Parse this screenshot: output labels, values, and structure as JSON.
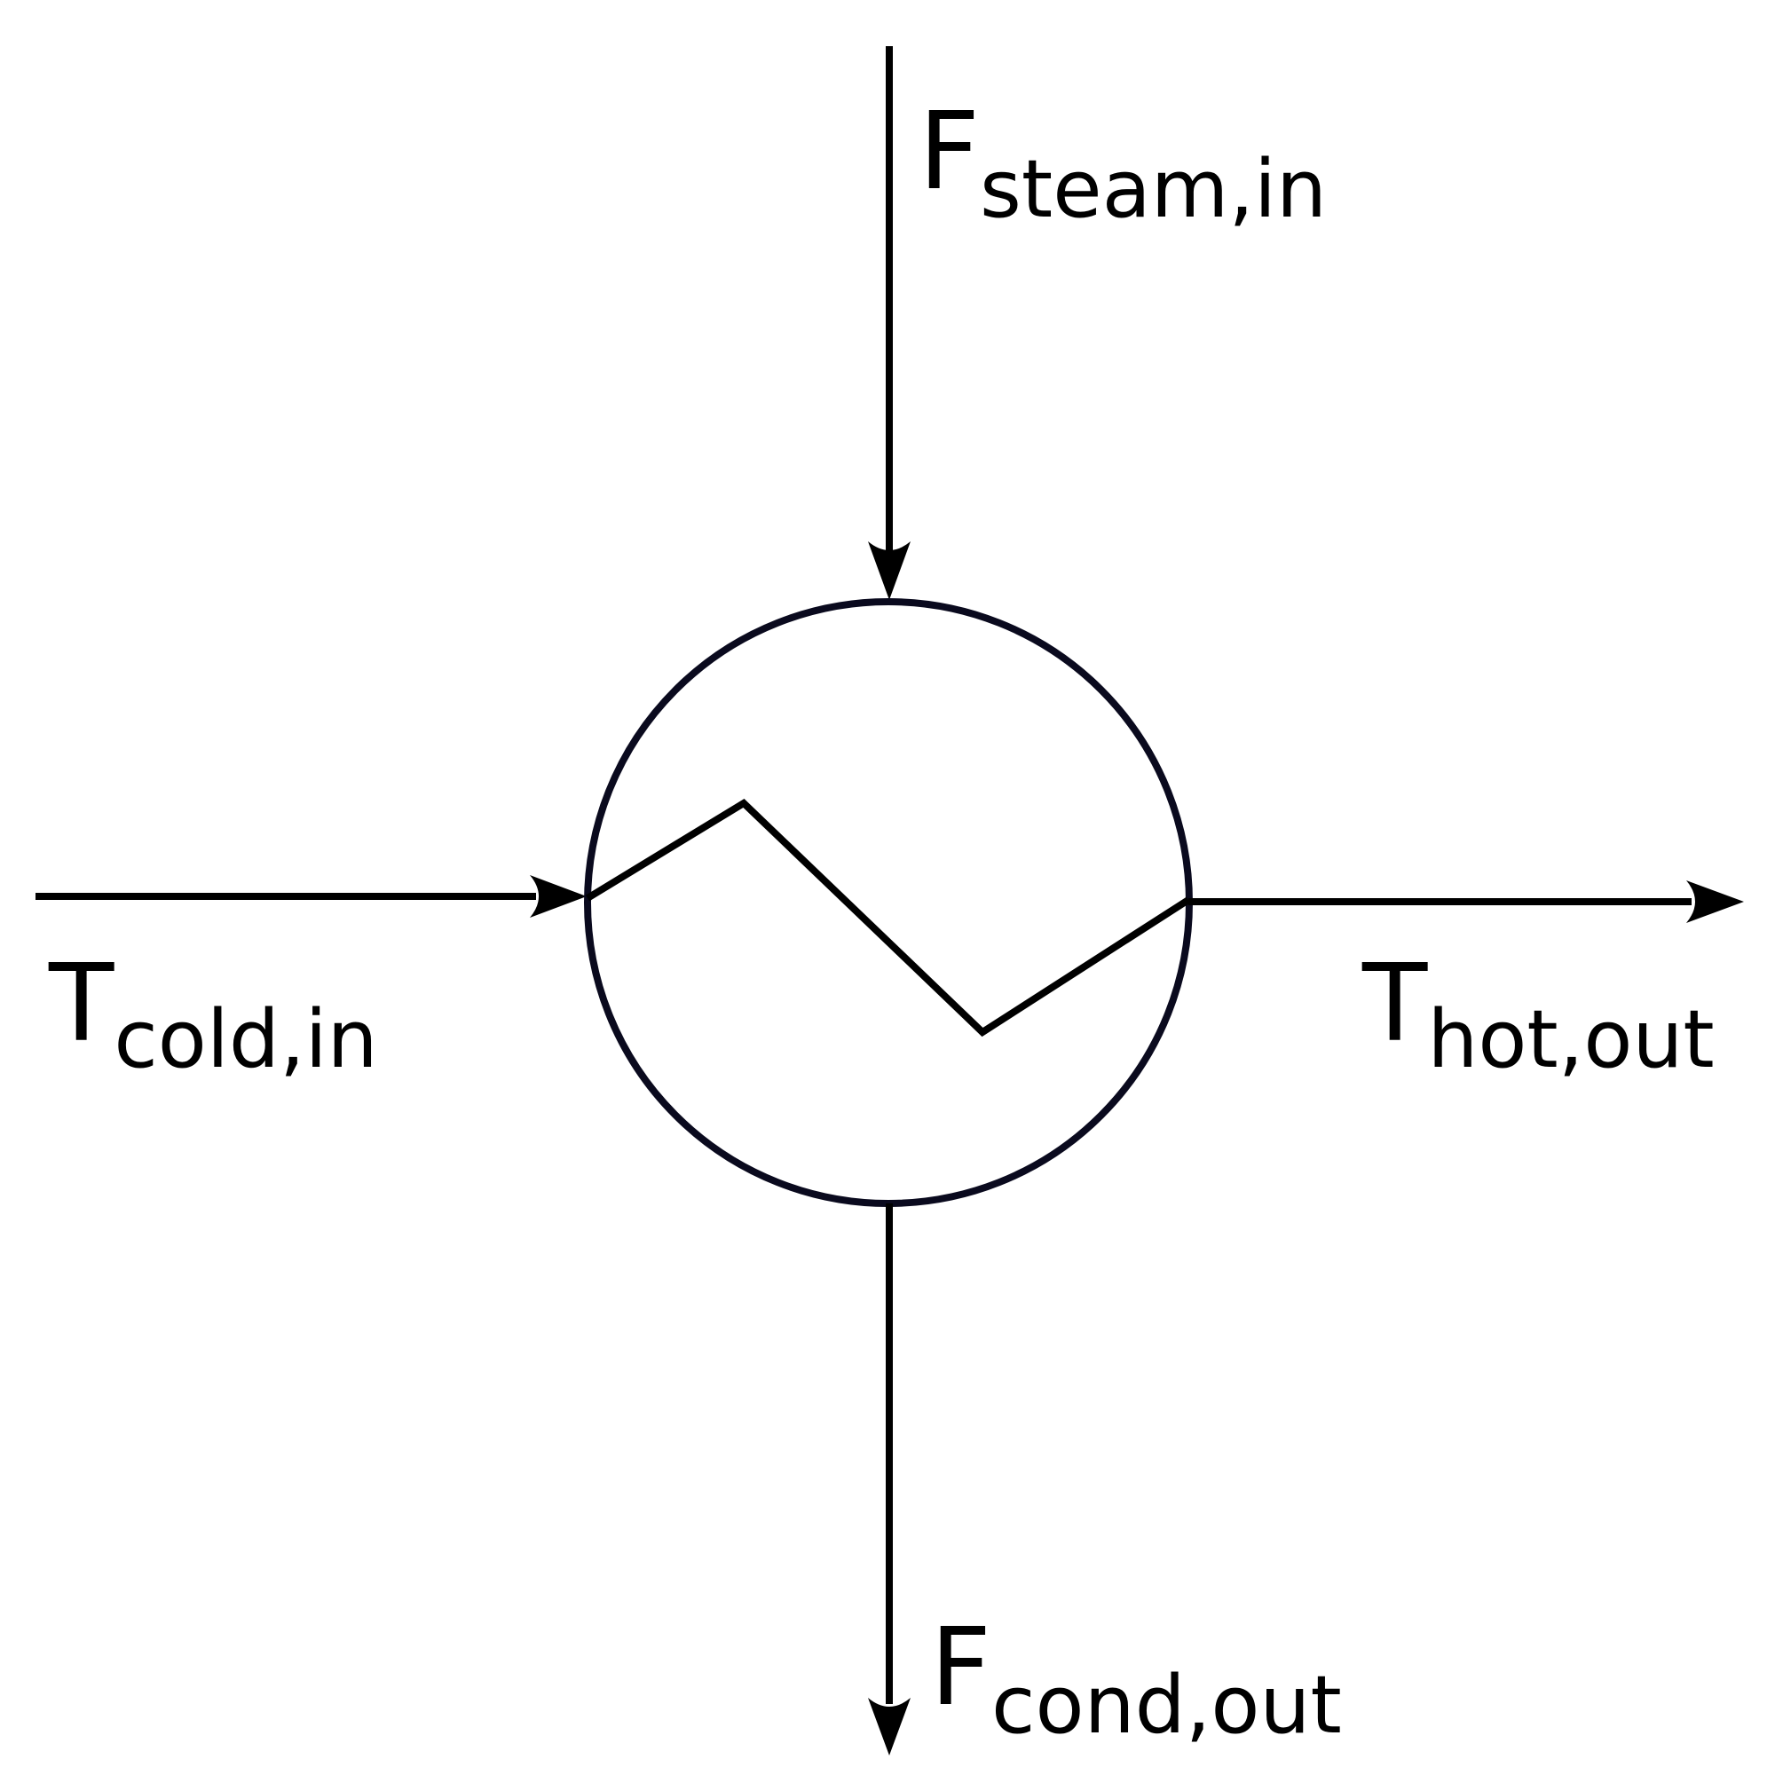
{
  "labels": {
    "steam_in": {
      "main": "F",
      "sub": "steam,in"
    },
    "cold_in": {
      "main": "T",
      "sub": "cold,in"
    },
    "hot_out": {
      "main": "T",
      "sub": "hot,out"
    },
    "cond_out": {
      "main": "F",
      "sub": "cond,out"
    }
  },
  "colors": {
    "stroke": "#000000",
    "vessel": "#0a0a1e",
    "background": "#ffffff"
  }
}
